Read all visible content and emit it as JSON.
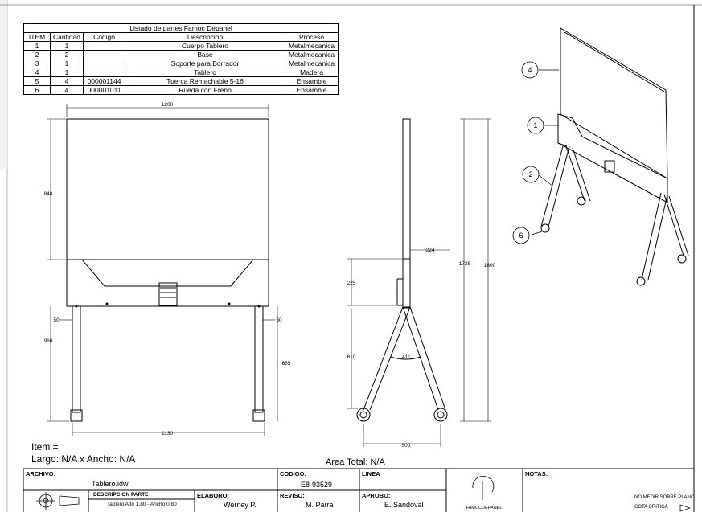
{
  "bom": {
    "title": "Listado de partes Famoc Depanel",
    "headers": [
      "ITEM",
      "Cantidad",
      "Codigo",
      "Descripción",
      "Proceso"
    ],
    "rows": [
      [
        "1",
        "1",
        "",
        "Cuerpo Tablero",
        "Metalmecanica"
      ],
      [
        "2",
        "2",
        "",
        "Base",
        "Metalmecanica"
      ],
      [
        "3",
        "1",
        "",
        "Soporte para Borrador",
        "Metalmecanica"
      ],
      [
        "4",
        "1",
        "",
        "Tablero",
        "Madera"
      ],
      [
        "5",
        "4",
        "000001144",
        "Tuerca Remachable 5-16",
        "Ensamble"
      ],
      [
        "6",
        "4",
        "000001011",
        "Rueda con Freno",
        "Ensamble"
      ]
    ]
  },
  "dimensions": {
    "front_width_top": "1200",
    "front_height_board": "840",
    "front_base_width": "1130",
    "front_leg_height": "960",
    "front_leg_left_offset": "50",
    "front_leg_right_offset": "50",
    "front_leg_inner": "665",
    "side_top_depth": "224",
    "side_panel_height": "225",
    "side_height_1725": "1725",
    "side_height_total": "1800",
    "side_leg_height": "610",
    "side_angle": "41°",
    "side_base_width": "500"
  },
  "balloons": [
    "4",
    "1",
    "2",
    "6"
  ],
  "item": {
    "title": "Item =",
    "size": "Largo: N/A x Ancho: N/A"
  },
  "area": "Area Total: N/A",
  "titleblock": {
    "archivo_label": "ARCHIVO:",
    "archivo_value": "Tablero.idw",
    "codigo_label": "CODIGO:",
    "codigo_value": "E8-93529",
    "linea_label": "LINEA",
    "notas_label": "NOTAS:",
    "descripcion_label": "DESCRIPCION PARTE",
    "descripcion_value": "Tablero Alto 1.80 - Ancho 0.80",
    "elaboro_label": "ELABORO:",
    "elaboro_value": "Werney P.",
    "reviso_label": "REVISO:",
    "reviso_value": "M. Parra",
    "aprobo_label": "APROBO:",
    "aprobo_value": "E. Sandoval",
    "logo_text": "FAMOCDEPANEL",
    "note_1": "NO MEDIR SOBRE PLANO",
    "note_2": "COTA CRITICA"
  }
}
